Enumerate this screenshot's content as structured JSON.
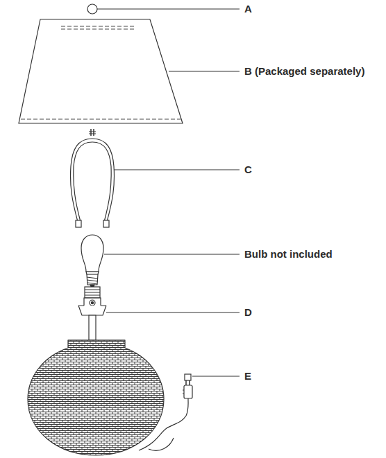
{
  "diagram": {
    "labels": [
      "A",
      "B (Packaged separately)",
      "C",
      "Bulb not included",
      "D",
      "E"
    ]
  }
}
